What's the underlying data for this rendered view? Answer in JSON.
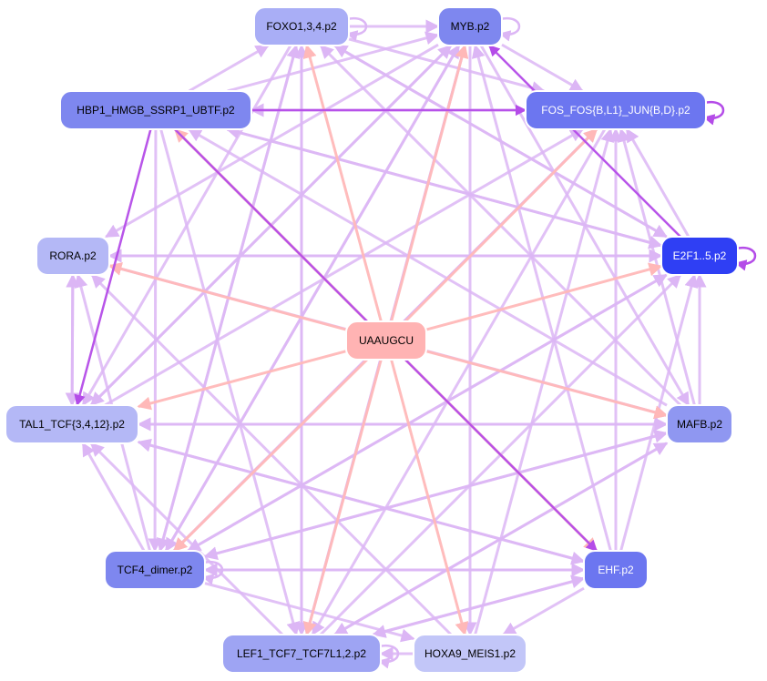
{
  "diagram": {
    "colors": {
      "tf_edge": "#dcb6f5",
      "tf_edge_strong": "#b44ce8",
      "mirna_edge": "#ffb8b8",
      "mirna_node": "#ffb3b3",
      "background": "#ffffff"
    },
    "nodes": [
      {
        "id": "foxo",
        "label": "FOXO1,3,4.p2",
        "color": "#a9aef6",
        "text_color": "#000000",
        "self_loop": true
      },
      {
        "id": "myb",
        "label": "MYB.p2",
        "color": "#7e87ef",
        "text_color": "#000000",
        "self_loop": true
      },
      {
        "id": "hbp1",
        "label": "HBP1_HMGB_SSRP1_UBTF.p2",
        "color": "#7e87ef",
        "text_color": "#000000",
        "self_loop": false
      },
      {
        "id": "fos",
        "label": "FOS_FOS{B,L1}_JUN{B,D}.p2",
        "color": "#6c76f0",
        "text_color": "#ffffff",
        "self_loop": true
      },
      {
        "id": "rora",
        "label": "RORA.p2",
        "color": "#b4b8f6",
        "text_color": "#000000",
        "self_loop": false
      },
      {
        "id": "e2f",
        "label": "E2F1..5.p2",
        "color": "#2f3ff4",
        "text_color": "#ffffff",
        "self_loop": true
      },
      {
        "id": "uaaugcu",
        "label": "UAAUGCU",
        "color": "#ffb3b3",
        "text_color": "#000000",
        "self_loop": false
      },
      {
        "id": "tal1",
        "label": "TAL1_TCF{3,4,12}.p2",
        "color": "#b4b8f6",
        "text_color": "#000000",
        "self_loop": false
      },
      {
        "id": "mafb",
        "label": "MAFB.p2",
        "color": "#8f97f1",
        "text_color": "#000000",
        "self_loop": false
      },
      {
        "id": "tcf4",
        "label": "TCF4_dimer.p2",
        "color": "#7e87ef",
        "text_color": "#000000",
        "self_loop": true
      },
      {
        "id": "ehf",
        "label": "EHF.p2",
        "color": "#6c76f0",
        "text_color": "#ffffff",
        "self_loop": false
      },
      {
        "id": "lef1",
        "label": "LEF1_TCF7_TCF7L1,2.p2",
        "color": "#9ea4f3",
        "text_color": "#000000",
        "self_loop": true
      },
      {
        "id": "hoxa9",
        "label": "HOXA9_MEIS1.p2",
        "color": "#c2c6f8",
        "text_color": "#000000",
        "self_loop": false
      }
    ],
    "edges": [
      {
        "from": "hbp1",
        "to": "fos",
        "kind": "tf_strong"
      },
      {
        "from": "e2f",
        "to": "myb",
        "kind": "tf_strong"
      },
      {
        "from": "hbp1",
        "to": "ehf",
        "kind": "tf_strong"
      },
      {
        "from": "hbp1",
        "to": "tal1",
        "kind": "tf_strong"
      },
      {
        "from": "uaaugcu",
        "to": "foxo",
        "kind": "mirna"
      },
      {
        "from": "uaaugcu",
        "to": "myb",
        "kind": "mirna"
      },
      {
        "from": "uaaugcu",
        "to": "hbp1",
        "kind": "mirna"
      },
      {
        "from": "uaaugcu",
        "to": "fos",
        "kind": "mirna"
      },
      {
        "from": "uaaugcu",
        "to": "rora",
        "kind": "mirna"
      },
      {
        "from": "uaaugcu",
        "to": "e2f",
        "kind": "mirna"
      },
      {
        "from": "uaaugcu",
        "to": "tal1",
        "kind": "mirna"
      },
      {
        "from": "uaaugcu",
        "to": "mafb",
        "kind": "mirna"
      },
      {
        "from": "uaaugcu",
        "to": "tcf4",
        "kind": "mirna"
      },
      {
        "from": "uaaugcu",
        "to": "ehf",
        "kind": "mirna"
      },
      {
        "from": "uaaugcu",
        "to": "lef1",
        "kind": "mirna"
      },
      {
        "from": "uaaugcu",
        "to": "hoxa9",
        "kind": "mirna"
      },
      {
        "from": "hbp1",
        "to": "myb",
        "kind": "tf"
      },
      {
        "from": "hbp1",
        "to": "foxo",
        "kind": "tf"
      },
      {
        "from": "hbp1",
        "to": "e2f",
        "kind": "tf"
      },
      {
        "from": "hbp1",
        "to": "tcf4",
        "kind": "tf"
      },
      {
        "from": "hbp1",
        "to": "lef1",
        "kind": "tf"
      },
      {
        "from": "foxo",
        "to": "myb",
        "kind": "tf"
      },
      {
        "from": "foxo",
        "to": "fos",
        "kind": "tf"
      },
      {
        "from": "foxo",
        "to": "e2f",
        "kind": "tf"
      },
      {
        "from": "foxo",
        "to": "tal1",
        "kind": "tf"
      },
      {
        "from": "foxo",
        "to": "tcf4",
        "kind": "tf"
      },
      {
        "from": "foxo",
        "to": "lef1",
        "kind": "tf"
      },
      {
        "from": "myb",
        "to": "fos",
        "kind": "tf"
      },
      {
        "from": "myb",
        "to": "tal1",
        "kind": "tf"
      },
      {
        "from": "myb",
        "to": "tcf4",
        "kind": "tf"
      },
      {
        "from": "myb",
        "to": "lef1",
        "kind": "tf"
      },
      {
        "from": "myb",
        "to": "hoxa9",
        "kind": "tf"
      },
      {
        "from": "myb",
        "to": "mafb",
        "kind": "tf"
      },
      {
        "from": "myb",
        "to": "rora",
        "kind": "tf"
      },
      {
        "from": "e2f",
        "to": "fos",
        "kind": "tf"
      },
      {
        "from": "e2f",
        "to": "rora",
        "kind": "tf"
      },
      {
        "from": "e2f",
        "to": "hbp1",
        "kind": "tf"
      },
      {
        "from": "e2f",
        "to": "tcf4",
        "kind": "tf"
      },
      {
        "from": "e2f",
        "to": "foxo",
        "kind": "tf"
      },
      {
        "from": "mafb",
        "to": "e2f",
        "kind": "tf"
      },
      {
        "from": "mafb",
        "to": "fos",
        "kind": "tf"
      },
      {
        "from": "mafb",
        "to": "hbp1",
        "kind": "tf"
      },
      {
        "from": "mafb",
        "to": "tal1",
        "kind": "tf"
      },
      {
        "from": "mafb",
        "to": "tcf4",
        "kind": "tf"
      },
      {
        "from": "mafb",
        "to": "lef1",
        "kind": "tf"
      },
      {
        "from": "mafb",
        "to": "foxo",
        "kind": "tf"
      },
      {
        "from": "ehf",
        "to": "e2f",
        "kind": "tf"
      },
      {
        "from": "ehf",
        "to": "fos",
        "kind": "tf"
      },
      {
        "from": "ehf",
        "to": "tcf4",
        "kind": "tf"
      },
      {
        "from": "ehf",
        "to": "lef1",
        "kind": "tf"
      },
      {
        "from": "ehf",
        "to": "hoxa9",
        "kind": "tf"
      },
      {
        "from": "ehf",
        "to": "tal1",
        "kind": "tf"
      },
      {
        "from": "ehf",
        "to": "myb",
        "kind": "tf"
      },
      {
        "from": "tcf4",
        "to": "myb",
        "kind": "tf"
      },
      {
        "from": "tcf4",
        "to": "foxo",
        "kind": "tf"
      },
      {
        "from": "tcf4",
        "to": "fos",
        "kind": "tf"
      },
      {
        "from": "tcf4",
        "to": "e2f",
        "kind": "tf"
      },
      {
        "from": "tcf4",
        "to": "mafb",
        "kind": "tf"
      },
      {
        "from": "tcf4",
        "to": "ehf",
        "kind": "tf"
      },
      {
        "from": "tcf4",
        "to": "hoxa9",
        "kind": "tf"
      },
      {
        "from": "tcf4",
        "to": "rora",
        "kind": "tf"
      },
      {
        "from": "tcf4",
        "to": "tal1",
        "kind": "tf"
      },
      {
        "from": "lef1",
        "to": "myb",
        "kind": "tf"
      },
      {
        "from": "lef1",
        "to": "foxo",
        "kind": "tf"
      },
      {
        "from": "lef1",
        "to": "mafb",
        "kind": "tf"
      },
      {
        "from": "lef1",
        "to": "e2f",
        "kind": "tf"
      },
      {
        "from": "lef1",
        "to": "ehf",
        "kind": "tf"
      },
      {
        "from": "lef1",
        "to": "tal1",
        "kind": "tf"
      },
      {
        "from": "hoxa9",
        "to": "lef1",
        "kind": "tf"
      },
      {
        "from": "hoxa9",
        "to": "rora",
        "kind": "tf"
      },
      {
        "from": "hoxa9",
        "to": "fos",
        "kind": "tf"
      },
      {
        "from": "rora",
        "to": "tal1",
        "kind": "tf"
      },
      {
        "from": "rora",
        "to": "e2f",
        "kind": "tf"
      },
      {
        "from": "rora",
        "to": "mafb",
        "kind": "tf"
      },
      {
        "from": "tal1",
        "to": "rora",
        "kind": "tf"
      },
      {
        "from": "tal1",
        "to": "mafb",
        "kind": "tf"
      },
      {
        "from": "tal1",
        "to": "myb",
        "kind": "tf"
      },
      {
        "from": "tal1",
        "to": "ehf",
        "kind": "tf"
      },
      {
        "from": "tal1",
        "to": "fos",
        "kind": "tf"
      },
      {
        "from": "fos",
        "to": "hbp1",
        "kind": "tf"
      },
      {
        "from": "fos",
        "to": "tcf4",
        "kind": "tf"
      },
      {
        "from": "fos",
        "to": "lef1",
        "kind": "tf"
      }
    ]
  }
}
